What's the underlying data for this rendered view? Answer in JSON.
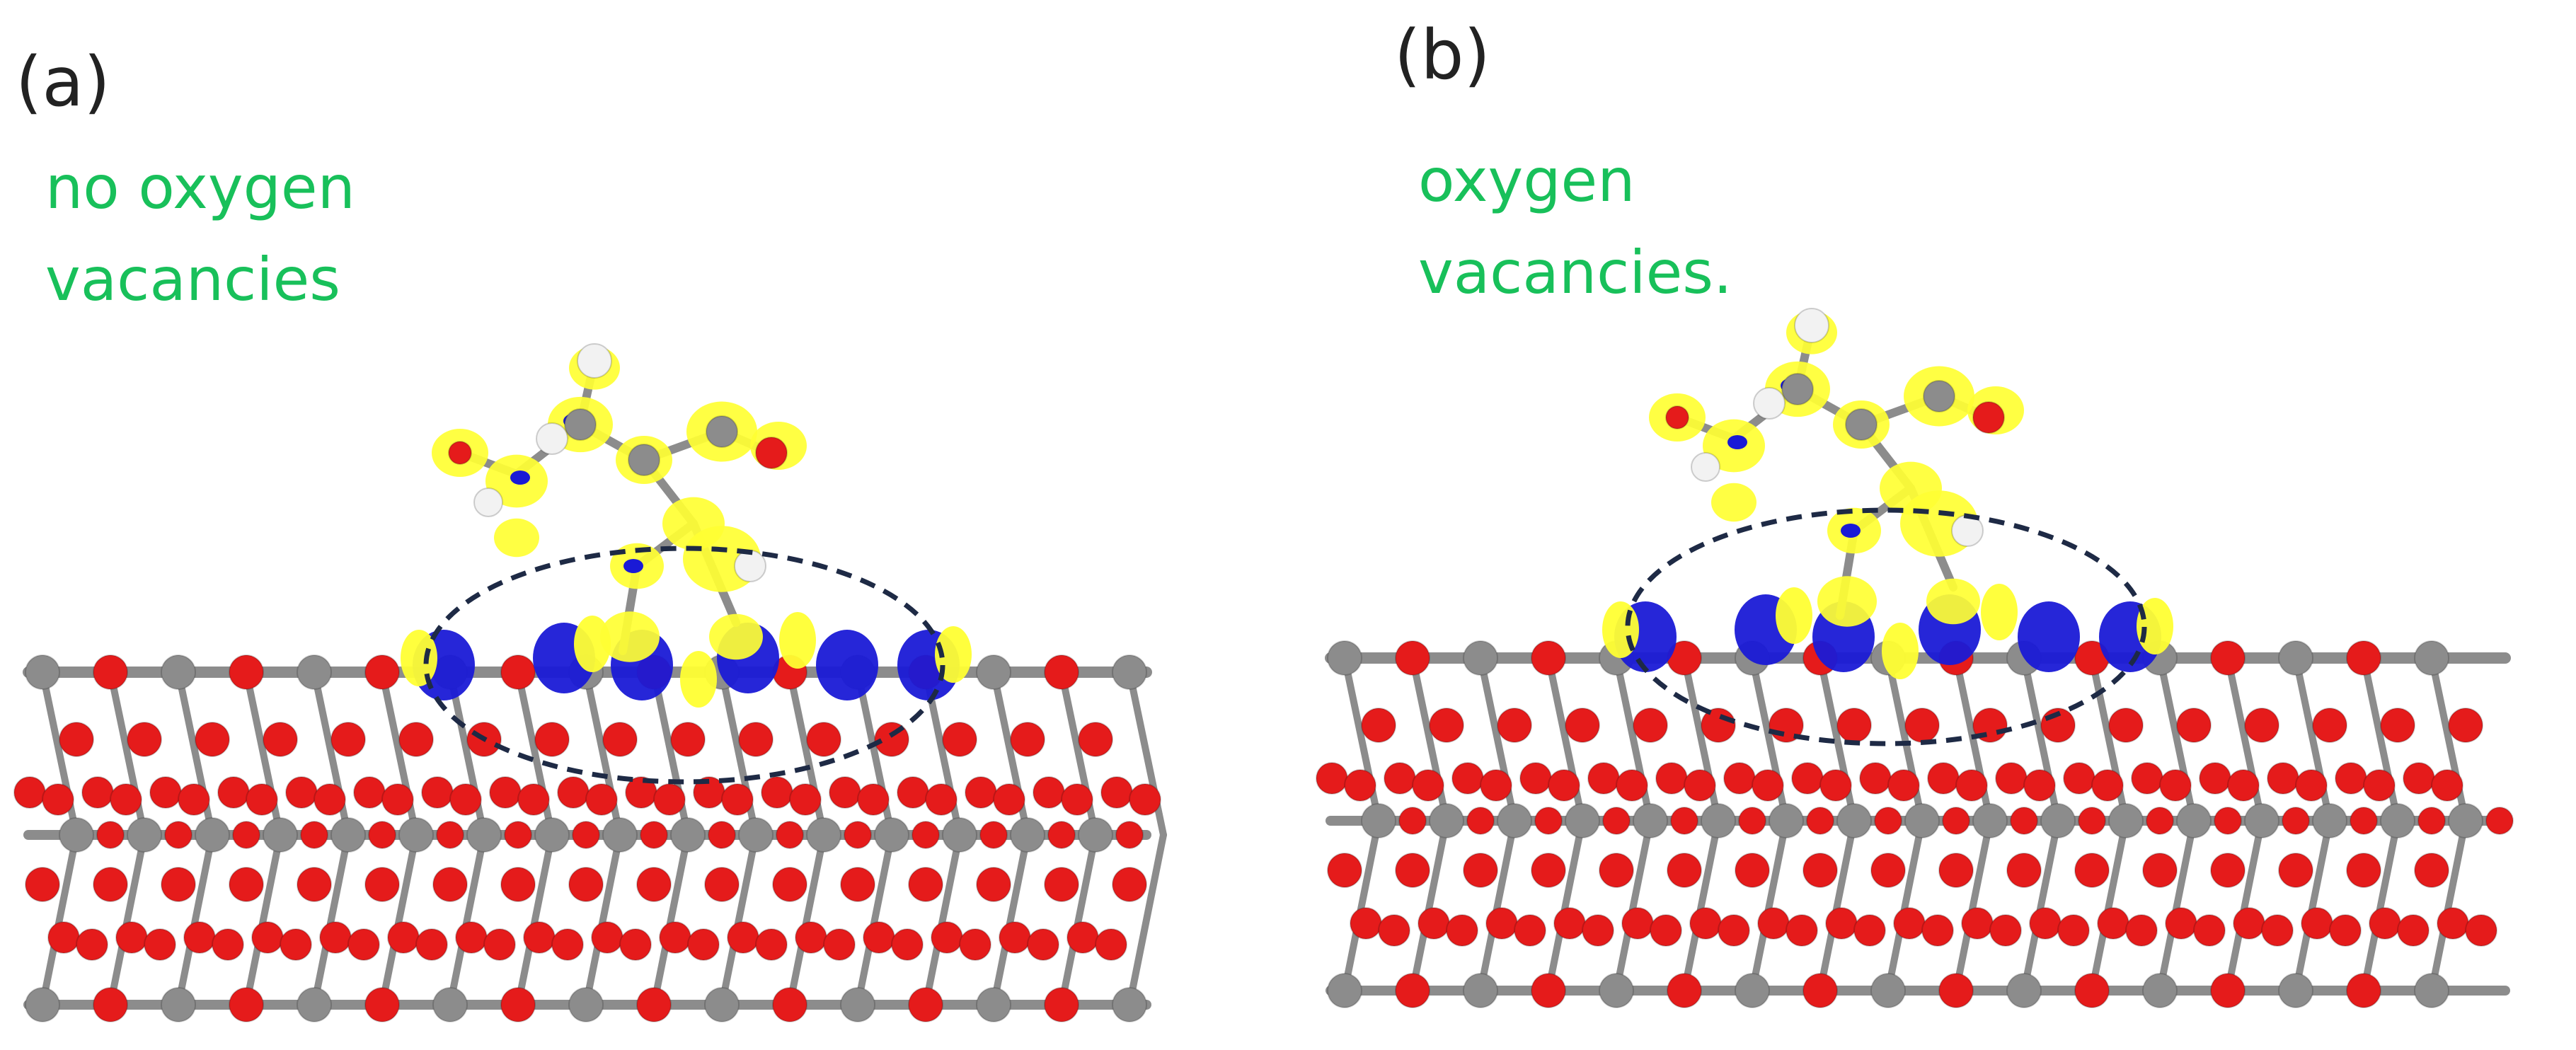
{
  "panels": [
    {
      "label": "(a)",
      "caption": "no oxygen\nvacancies"
    },
    {
      "label": "(b)",
      "caption": "oxygen\nvacancies."
    }
  ],
  "colors": {
    "caption": "#18c05a",
    "oxygen": "#e51b1b",
    "metal": "#8c8c8c",
    "hydrogen": "#f2f2f2",
    "charge_accumulation": "#ffff33",
    "charge_depletion": "#1a1ad6",
    "region_outline": "#1e2a45"
  }
}
